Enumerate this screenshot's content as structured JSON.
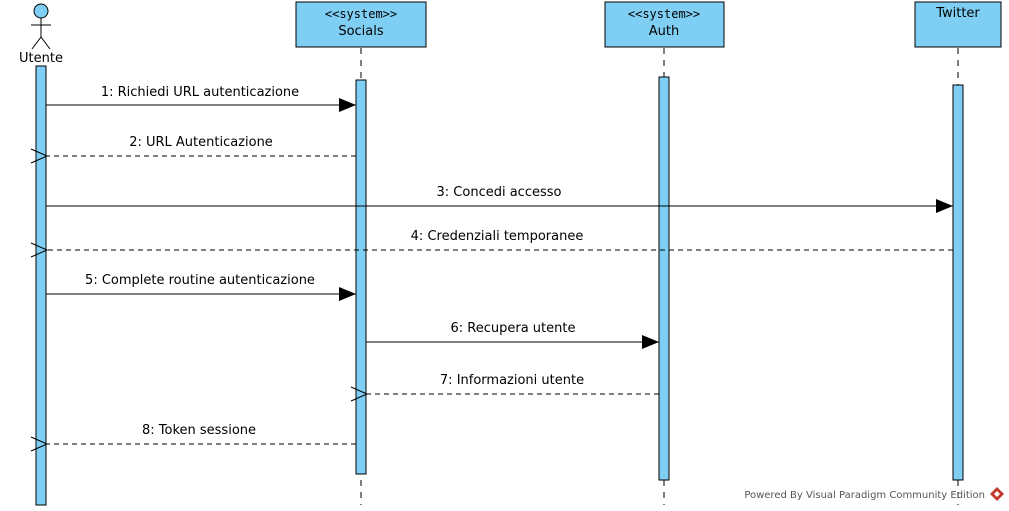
{
  "colors": {
    "participant_fill": "#7fcff5",
    "activation_fill": "#7fcff5",
    "line": "#000000",
    "footer_text": "#555555",
    "footer_logo": "#c0392b"
  },
  "participants": [
    {
      "name": "Utente",
      "stereotype": "",
      "kind": "actor"
    },
    {
      "name": "Socials",
      "stereotype": "<<system>>",
      "kind": "box"
    },
    {
      "name": "Auth",
      "stereotype": "<<system>>",
      "kind": "box"
    },
    {
      "name": "Twitter",
      "stereotype": "",
      "kind": "box"
    }
  ],
  "messages": [
    {
      "label": "1: Richiedi URL autenticazione",
      "from": "Utente",
      "to": "Socials",
      "type": "sync"
    },
    {
      "label": "2: URL Autenticazione",
      "from": "Socials",
      "to": "Utente",
      "type": "return"
    },
    {
      "label": "3: Concedi accesso",
      "from": "Utente",
      "to": "Twitter",
      "type": "sync"
    },
    {
      "label": "4: Credenziali temporanee",
      "from": "Twitter",
      "to": "Utente",
      "type": "return"
    },
    {
      "label": "5: Complete routine autenticazione",
      "from": "Utente",
      "to": "Socials",
      "type": "sync"
    },
    {
      "label": "6: Recupera utente",
      "from": "Socials",
      "to": "Auth",
      "type": "sync"
    },
    {
      "label": "7: Informazioni utente",
      "from": "Auth",
      "to": "Socials",
      "type": "return"
    },
    {
      "label": "8: Token sessione",
      "from": "Socials",
      "to": "Utente",
      "type": "return"
    }
  ],
  "footer": {
    "text": "Powered By Visual Paradigm Community Edition",
    "logo_icon": "visual-paradigm-logo-icon"
  }
}
